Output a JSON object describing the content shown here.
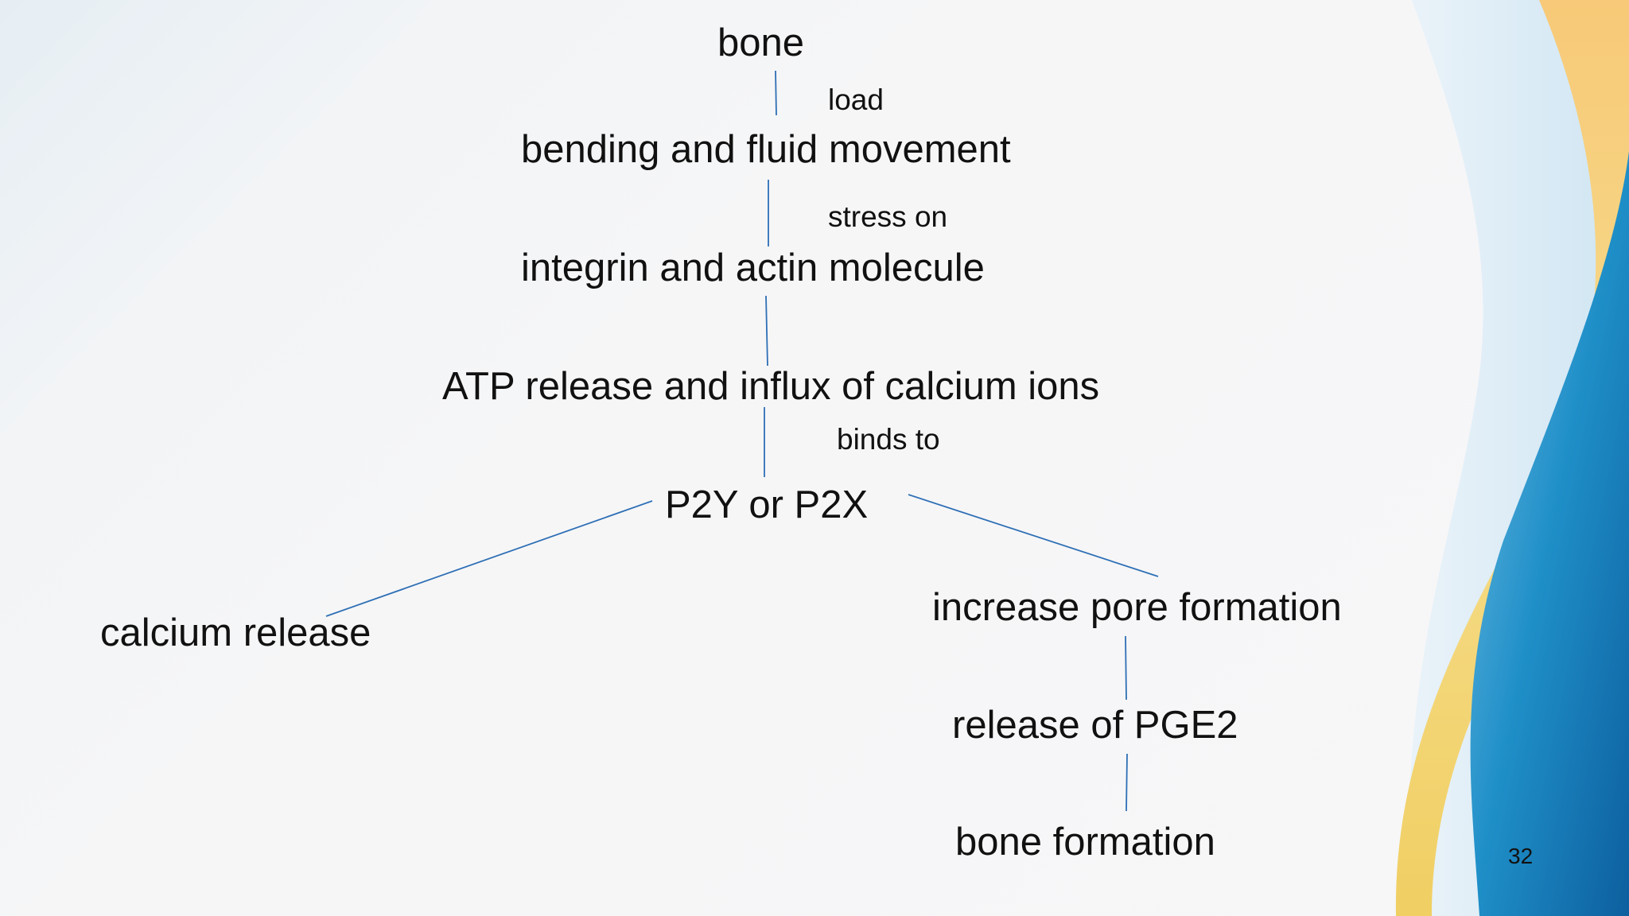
{
  "diagram": {
    "nodes": {
      "bone": "bone",
      "bending": "bending and fluid movement",
      "integrin": "integrin and actin molecule",
      "atp": "ATP release and influx of calcium ions",
      "p2y": "P2Y or P2X",
      "calcium_release": "calcium release",
      "pore": "increase pore formation",
      "pge2": "release of PGE2",
      "bone_formation": "bone formation"
    },
    "edge_labels": {
      "load": "load",
      "stress_on": "stress on",
      "binds_to": "binds to"
    },
    "edges": [
      {
        "from": "bone",
        "to": "bending",
        "label": "load"
      },
      {
        "from": "bending",
        "to": "integrin",
        "label": "stress on"
      },
      {
        "from": "integrin",
        "to": "atp",
        "label": ""
      },
      {
        "from": "atp",
        "to": "p2y",
        "label": "binds to"
      },
      {
        "from": "p2y",
        "to": "calcium_release",
        "label": ""
      },
      {
        "from": "p2y",
        "to": "pore",
        "label": ""
      },
      {
        "from": "pore",
        "to": "pge2",
        "label": ""
      },
      {
        "from": "pge2",
        "to": "bone_formation",
        "label": ""
      }
    ]
  },
  "slide": {
    "page_number": "32"
  },
  "colors": {
    "connector": "#2e6fb5",
    "wave_yellow": "#f3d27a",
    "wave_blue": "#1a86c4",
    "wave_light": "#c9e2f2"
  }
}
